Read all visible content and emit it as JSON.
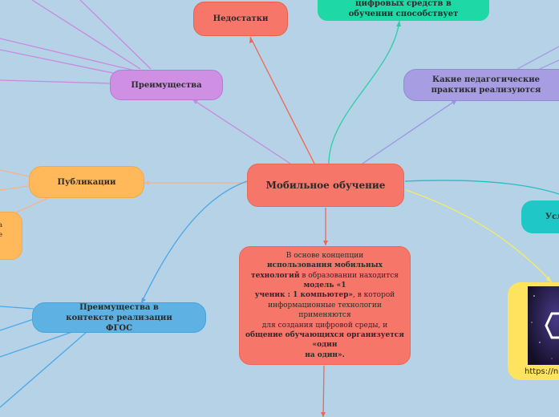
{
  "central": {
    "label": "Мобильное обучение"
  },
  "nodes": {
    "nedostatki": "Недостатки",
    "digital_tools": "цифровых средств в обучении способствует",
    "preimushchestva": "Преимущества",
    "ped_practices": "Какие педагогические практики реализуются",
    "publikatsii": "Публикации",
    "fgos": "Преимущества в контексте реализации ФГОС",
    "usl": "Усл",
    "partial_orange_line1": "а",
    "partial_orange_line2": "е"
  },
  "concept": {
    "l1": "В основе концепции",
    "l2": "использования мобильных",
    "l3a": "технологий",
    "l3b": " в образовании находится",
    "l4": "модель «1",
    "l5a": "ученик : 1 компьютер»",
    "l5b": ", в которой",
    "l6": "информационные технологии",
    "l7": "применяются",
    "l8": "для создания цифровой среды, и",
    "l9": "общение обучающихся организуется",
    "l10": "«один",
    "l11": "на один»."
  },
  "image_card": {
    "caption": "https://n"
  },
  "colors": {
    "background": "#b5d2e6",
    "central": "#f6766a",
    "purple": "#cf8fe3",
    "green": "#1ed9a6",
    "lavender": "#a79de3",
    "orange": "#ffb85a",
    "blue": "#5db2e3",
    "teal": "#20c7c7",
    "yellow": "#fde35e"
  }
}
